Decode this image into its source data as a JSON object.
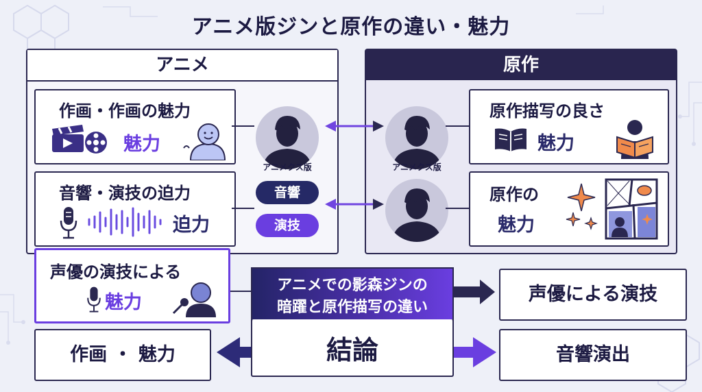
{
  "title": "アニメ版ジンと原作の違い・魅力",
  "anime": {
    "header": "アニメ",
    "card1": {
      "title": "作画・作画の魅力",
      "accent": "魅力"
    },
    "card2": {
      "title": "音響・演技の迫力",
      "accent": "迫力"
    },
    "avatar_caption": "アニメクス版",
    "pill_sound": "音響",
    "pill_acting": "演技"
  },
  "gensaku": {
    "header": "原作",
    "card1": {
      "title": "原作描写の良さ",
      "accent": "魅力"
    },
    "card2": {
      "line1": "原作の",
      "line2": "魅力"
    },
    "avatar_caption": "アニメクス版"
  },
  "voice_card": {
    "title": "声優の演技による",
    "accent": "魅力"
  },
  "center": {
    "line1": "アニメでの影森ジンの",
    "line2": "暗躍と原作描写の違い",
    "conclusion": "結論"
  },
  "results": {
    "voice_acting": "声優による演技",
    "sound": "音響演出",
    "art": "作画 ・ 魅力"
  },
  "colors": {
    "navy": "#29254f",
    "purple": "#6a3ee0",
    "background": "#eef0f8"
  }
}
